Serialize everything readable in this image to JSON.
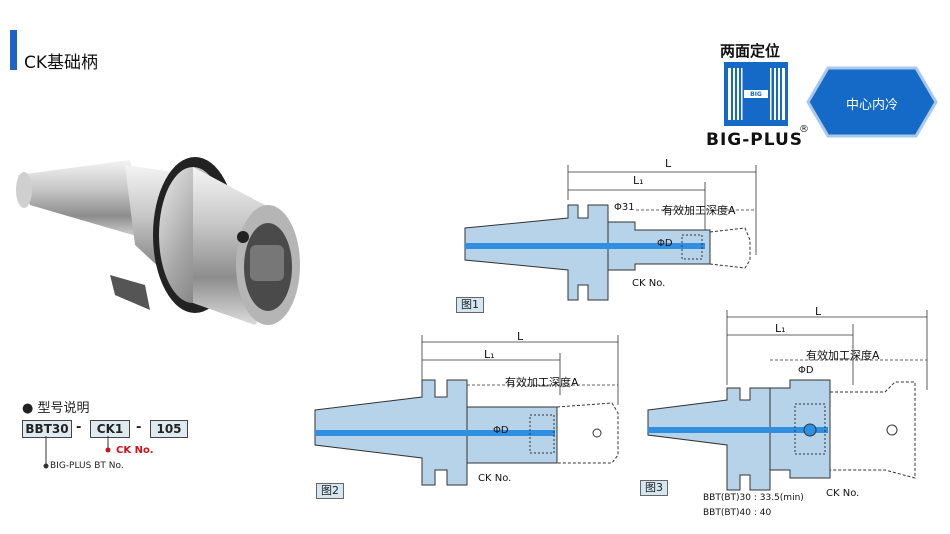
{
  "title": "CK基础柄",
  "brand": {
    "top_label": "两面定位",
    "name": "BIG-PLUS",
    "registered": "®",
    "logo_text": "BIG",
    "feature": "中心内冷"
  },
  "model": {
    "section_label": "型号说明",
    "parts": [
      "BBT30",
      "CK1",
      "105"
    ],
    "sep": "-",
    "notes": {
      "ck": "CK No.",
      "bt": "BIG-PLUS BT No."
    }
  },
  "figures": {
    "fig1": {
      "label": "图1",
      "L": "L",
      "L1": "L₁",
      "phi31": "Φ31",
      "depth": "有效加工深度A",
      "phiD": "ΦD",
      "ckno": "CK No."
    },
    "fig2": {
      "label": "图2",
      "L": "L",
      "L1": "L₁",
      "depth": "有效加工深度A",
      "phiD": "ΦD",
      "ckno": "CK No."
    },
    "fig3": {
      "label": "图3",
      "L": "L",
      "L1": "L₁",
      "depth": "有效加工深度A",
      "phiD": "ΦD",
      "ckno": "CK No.",
      "note1": "BBT(BT)30 : 33.5(min)",
      "note2": "BBT(BT)40 : 40"
    }
  },
  "colors": {
    "accent": "#1f63c6",
    "body_fill": "#b7d3ea",
    "coolant": "#2f8fe0",
    "badge": "#1569c7"
  }
}
